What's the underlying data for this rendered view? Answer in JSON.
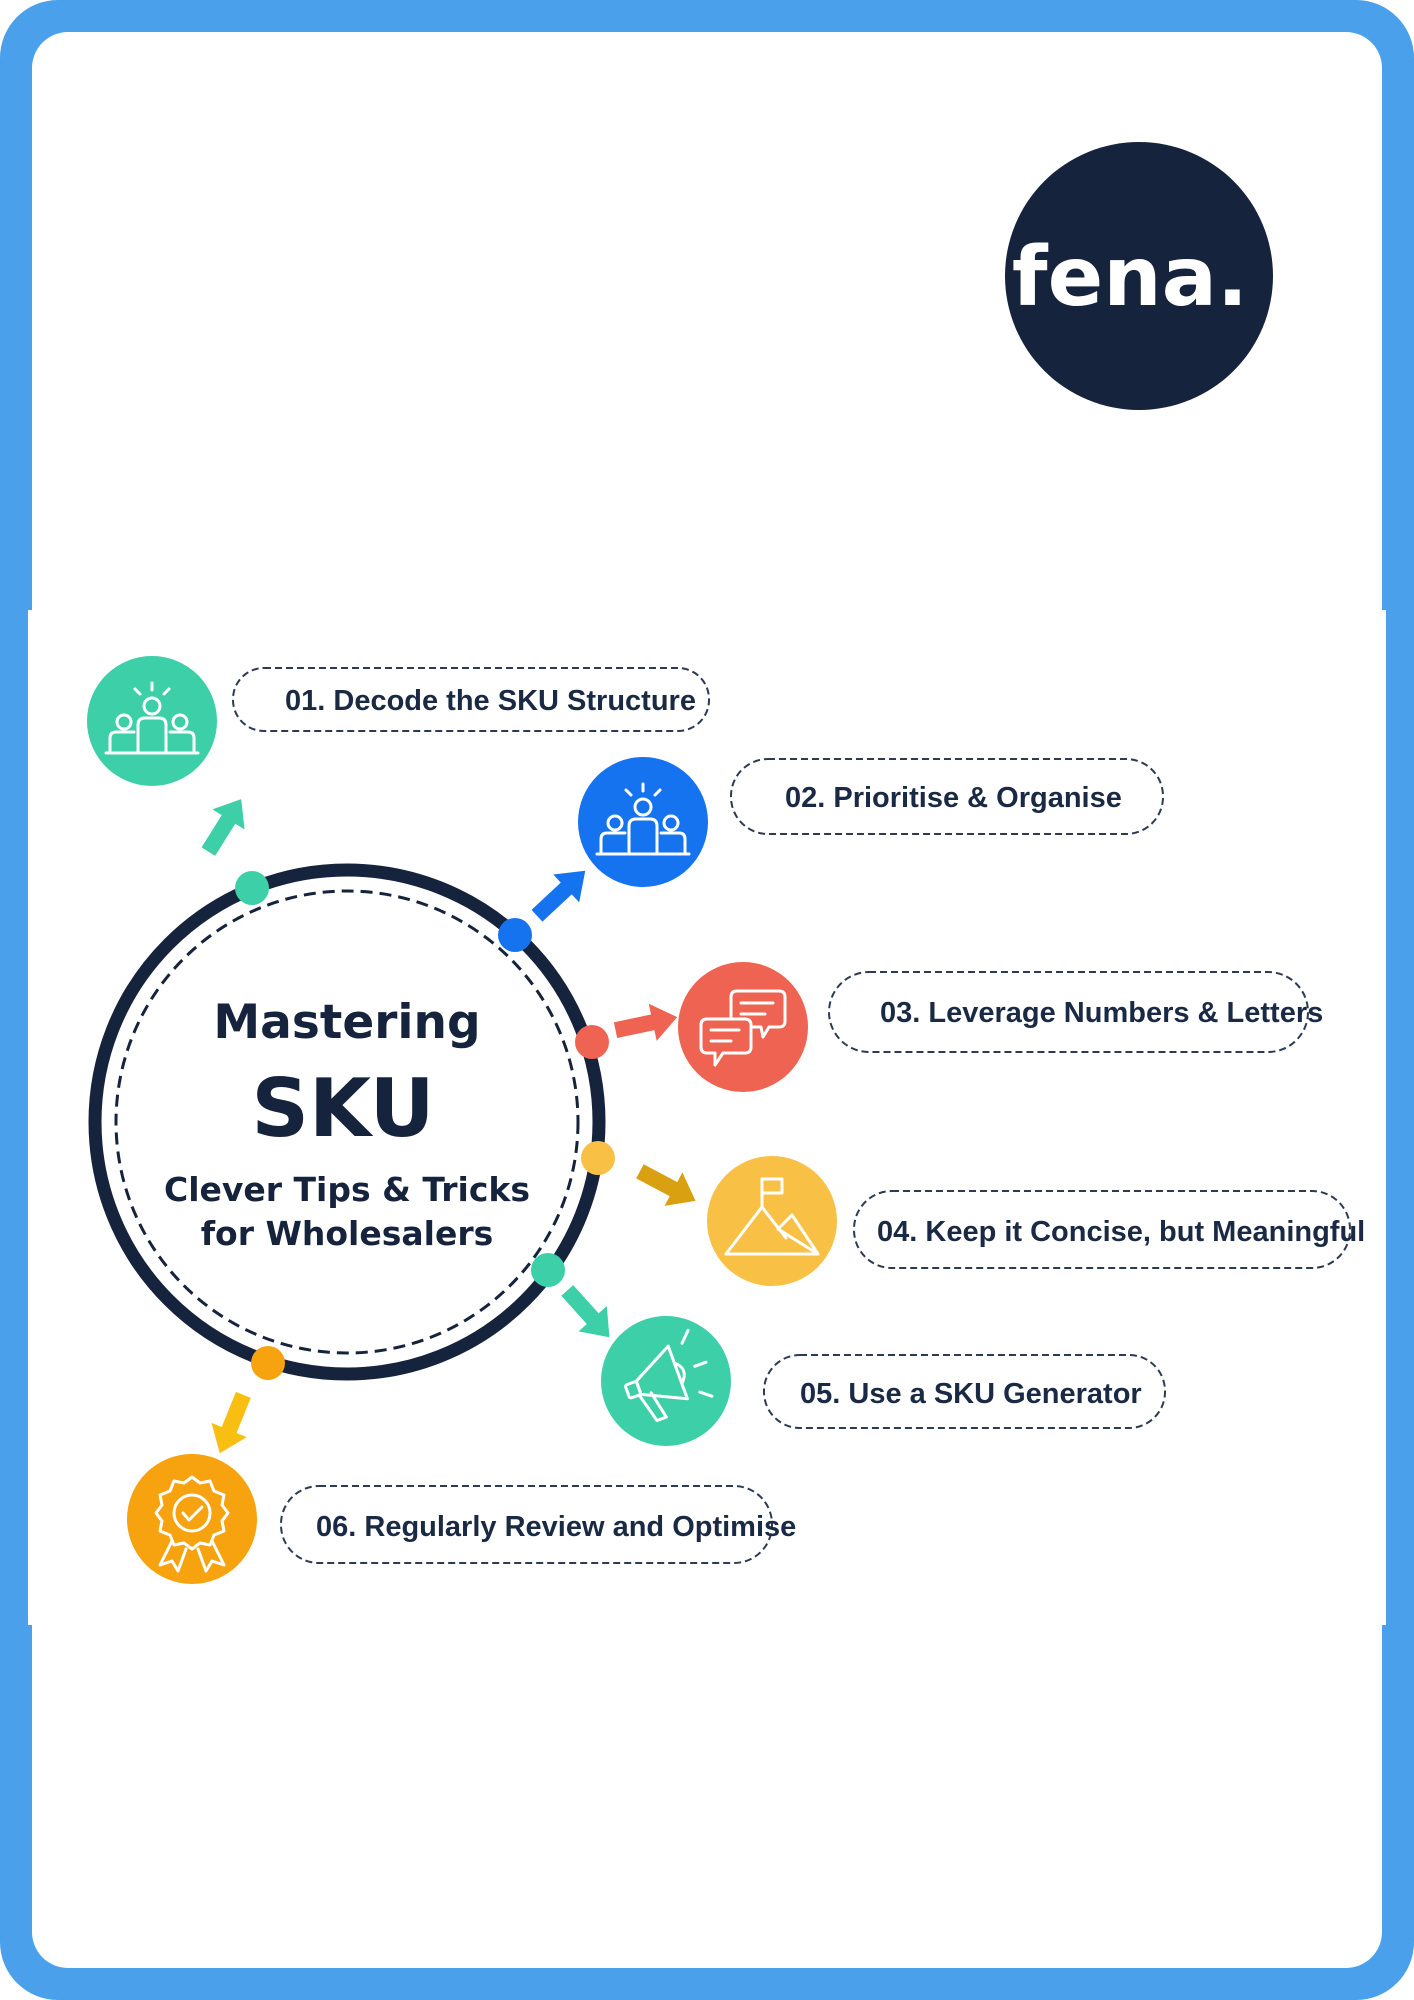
{
  "logo": {
    "text": "fena."
  },
  "hub": {
    "line1": "Mastering",
    "line2": "SKU",
    "line3": "Clever Tips & Tricks",
    "line4": "for Wholesalers"
  },
  "tips": [
    {
      "label": "01. Decode the SKU Structure",
      "color": "#3ccfa8",
      "icon": "team-icon"
    },
    {
      "label": "02. Prioritise & Organise",
      "color": "#1673f0",
      "icon": "team-icon"
    },
    {
      "label": "03. Leverage Numbers & Letters",
      "color": "#ee6352",
      "icon": "chat-bubbles-icon"
    },
    {
      "label": "04.  Keep it Concise, but Meaningful",
      "color": "#f8c146",
      "icon": "mountain-flag-icon"
    },
    {
      "label": "05. Use a SKU Generator",
      "color": "#3ccfa8",
      "icon": "megaphone-icon"
    },
    {
      "label": "06.  Regularly Review and Optimise",
      "color": "#f7a20f",
      "icon": "award-badge-icon"
    }
  ],
  "colors": {
    "frame": "#4aa0ea",
    "dark": "#16233d",
    "arrow_dark_yellow": "#d9a111",
    "arrow_orange": "#f9be12"
  }
}
